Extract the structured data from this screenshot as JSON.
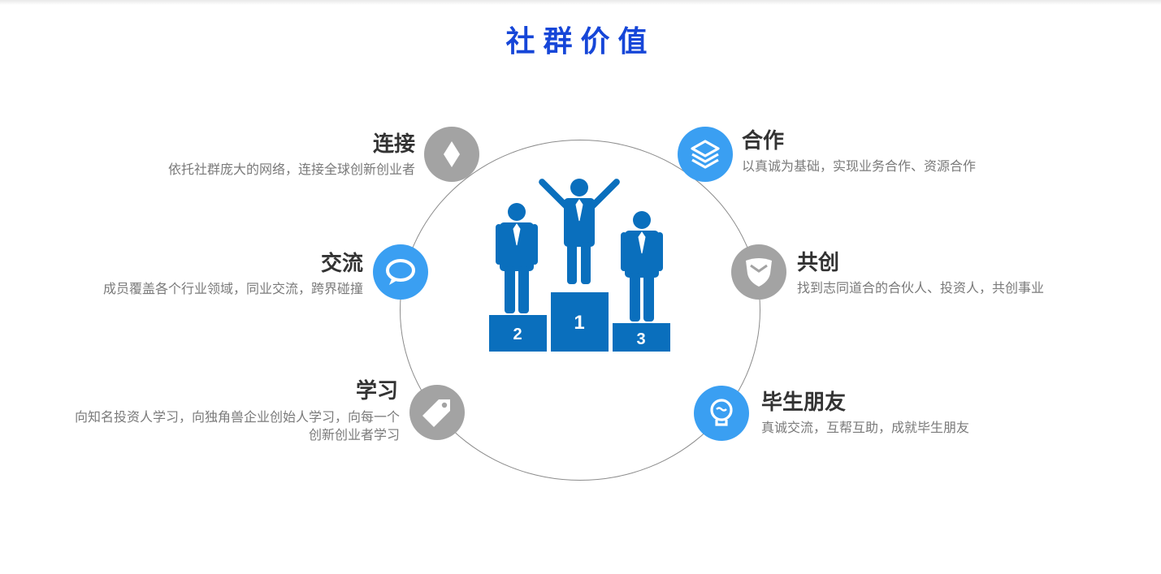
{
  "title": "社群价值",
  "items": [
    {
      "heading": "连接",
      "description": "依托社群庞大的网络，连接全球创新创业者",
      "icon": "diamond-icon"
    },
    {
      "heading": "交流",
      "description": "成员覆盖各个行业领域，同业交流，跨界碰撞",
      "icon": "chat-bubble-icon"
    },
    {
      "heading": "学习",
      "description": "向知名投资人学习，向独角兽企业创始人学习，向每一个创新创业者学习",
      "icon": "tag-icon"
    },
    {
      "heading": "合作",
      "description": "以真诚为基础，实现业务合作、资源合作",
      "icon": "layers-icon"
    },
    {
      "heading": "共创",
      "description": "找到志同道合的合伙人、投资人，共创事业",
      "icon": "shield-icon"
    },
    {
      "heading": "毕生朋友",
      "description": "真诚交流，互帮互助，成就毕生朋友",
      "icon": "lightbulb-icon"
    }
  ],
  "podium": {
    "first": "1",
    "second": "2",
    "third": "3"
  },
  "colors": {
    "title": "#1646d8",
    "accent_blue": "#3a9ff2",
    "icon_gray": "#a3a3a3",
    "podium_blue": "#0a6fbd"
  }
}
